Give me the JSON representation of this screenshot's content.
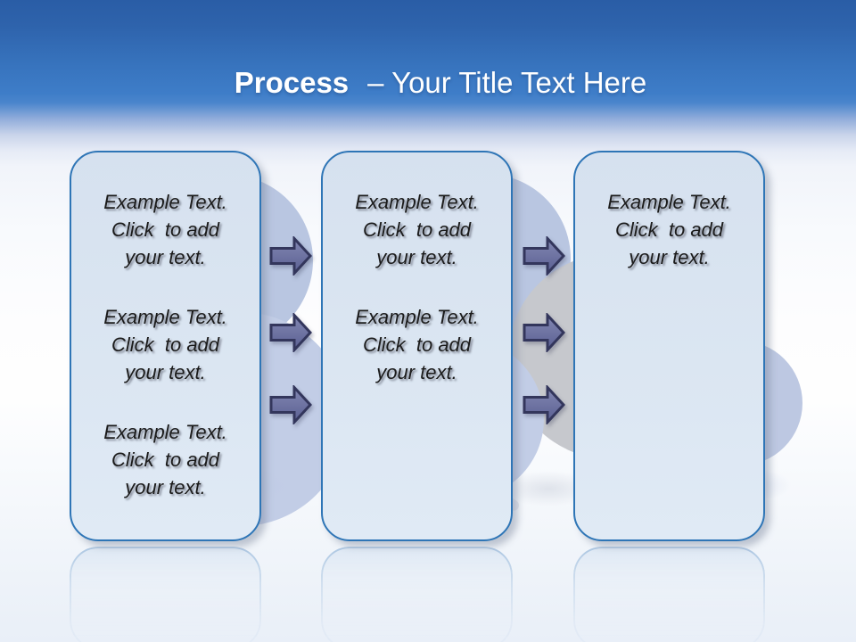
{
  "title": {
    "emphasis": "Process",
    "rest": "– Your Title Text Here"
  },
  "columns": [
    {
      "label": "step-1",
      "paragraphs": [
        "Example Text.\nClick  to add\nyour text.",
        "Example Text.\nClick  to add\nyour text.",
        "Example Text.\nClick  to add\nyour text."
      ]
    },
    {
      "label": "step-2",
      "paragraphs": [
        "Example Text.\nClick  to add\nyour text.",
        "Example Text.\nClick  to add\nyour text."
      ]
    },
    {
      "label": "step-3",
      "paragraphs": [
        "Example Text.\nClick  to add\nyour text."
      ]
    }
  ],
  "icons": {
    "arrow": "right-block-arrow",
    "arrows_per_gap": 3
  },
  "colors": {
    "header_blue": "#3773bd",
    "box_fill": "#dbe6f2",
    "box_border": "#2e75b6",
    "arrow_fill": "#6c72a3",
    "arrow_outline": "#33365c",
    "body_text": "#1b1b1b",
    "title_text": "#ffffff"
  }
}
